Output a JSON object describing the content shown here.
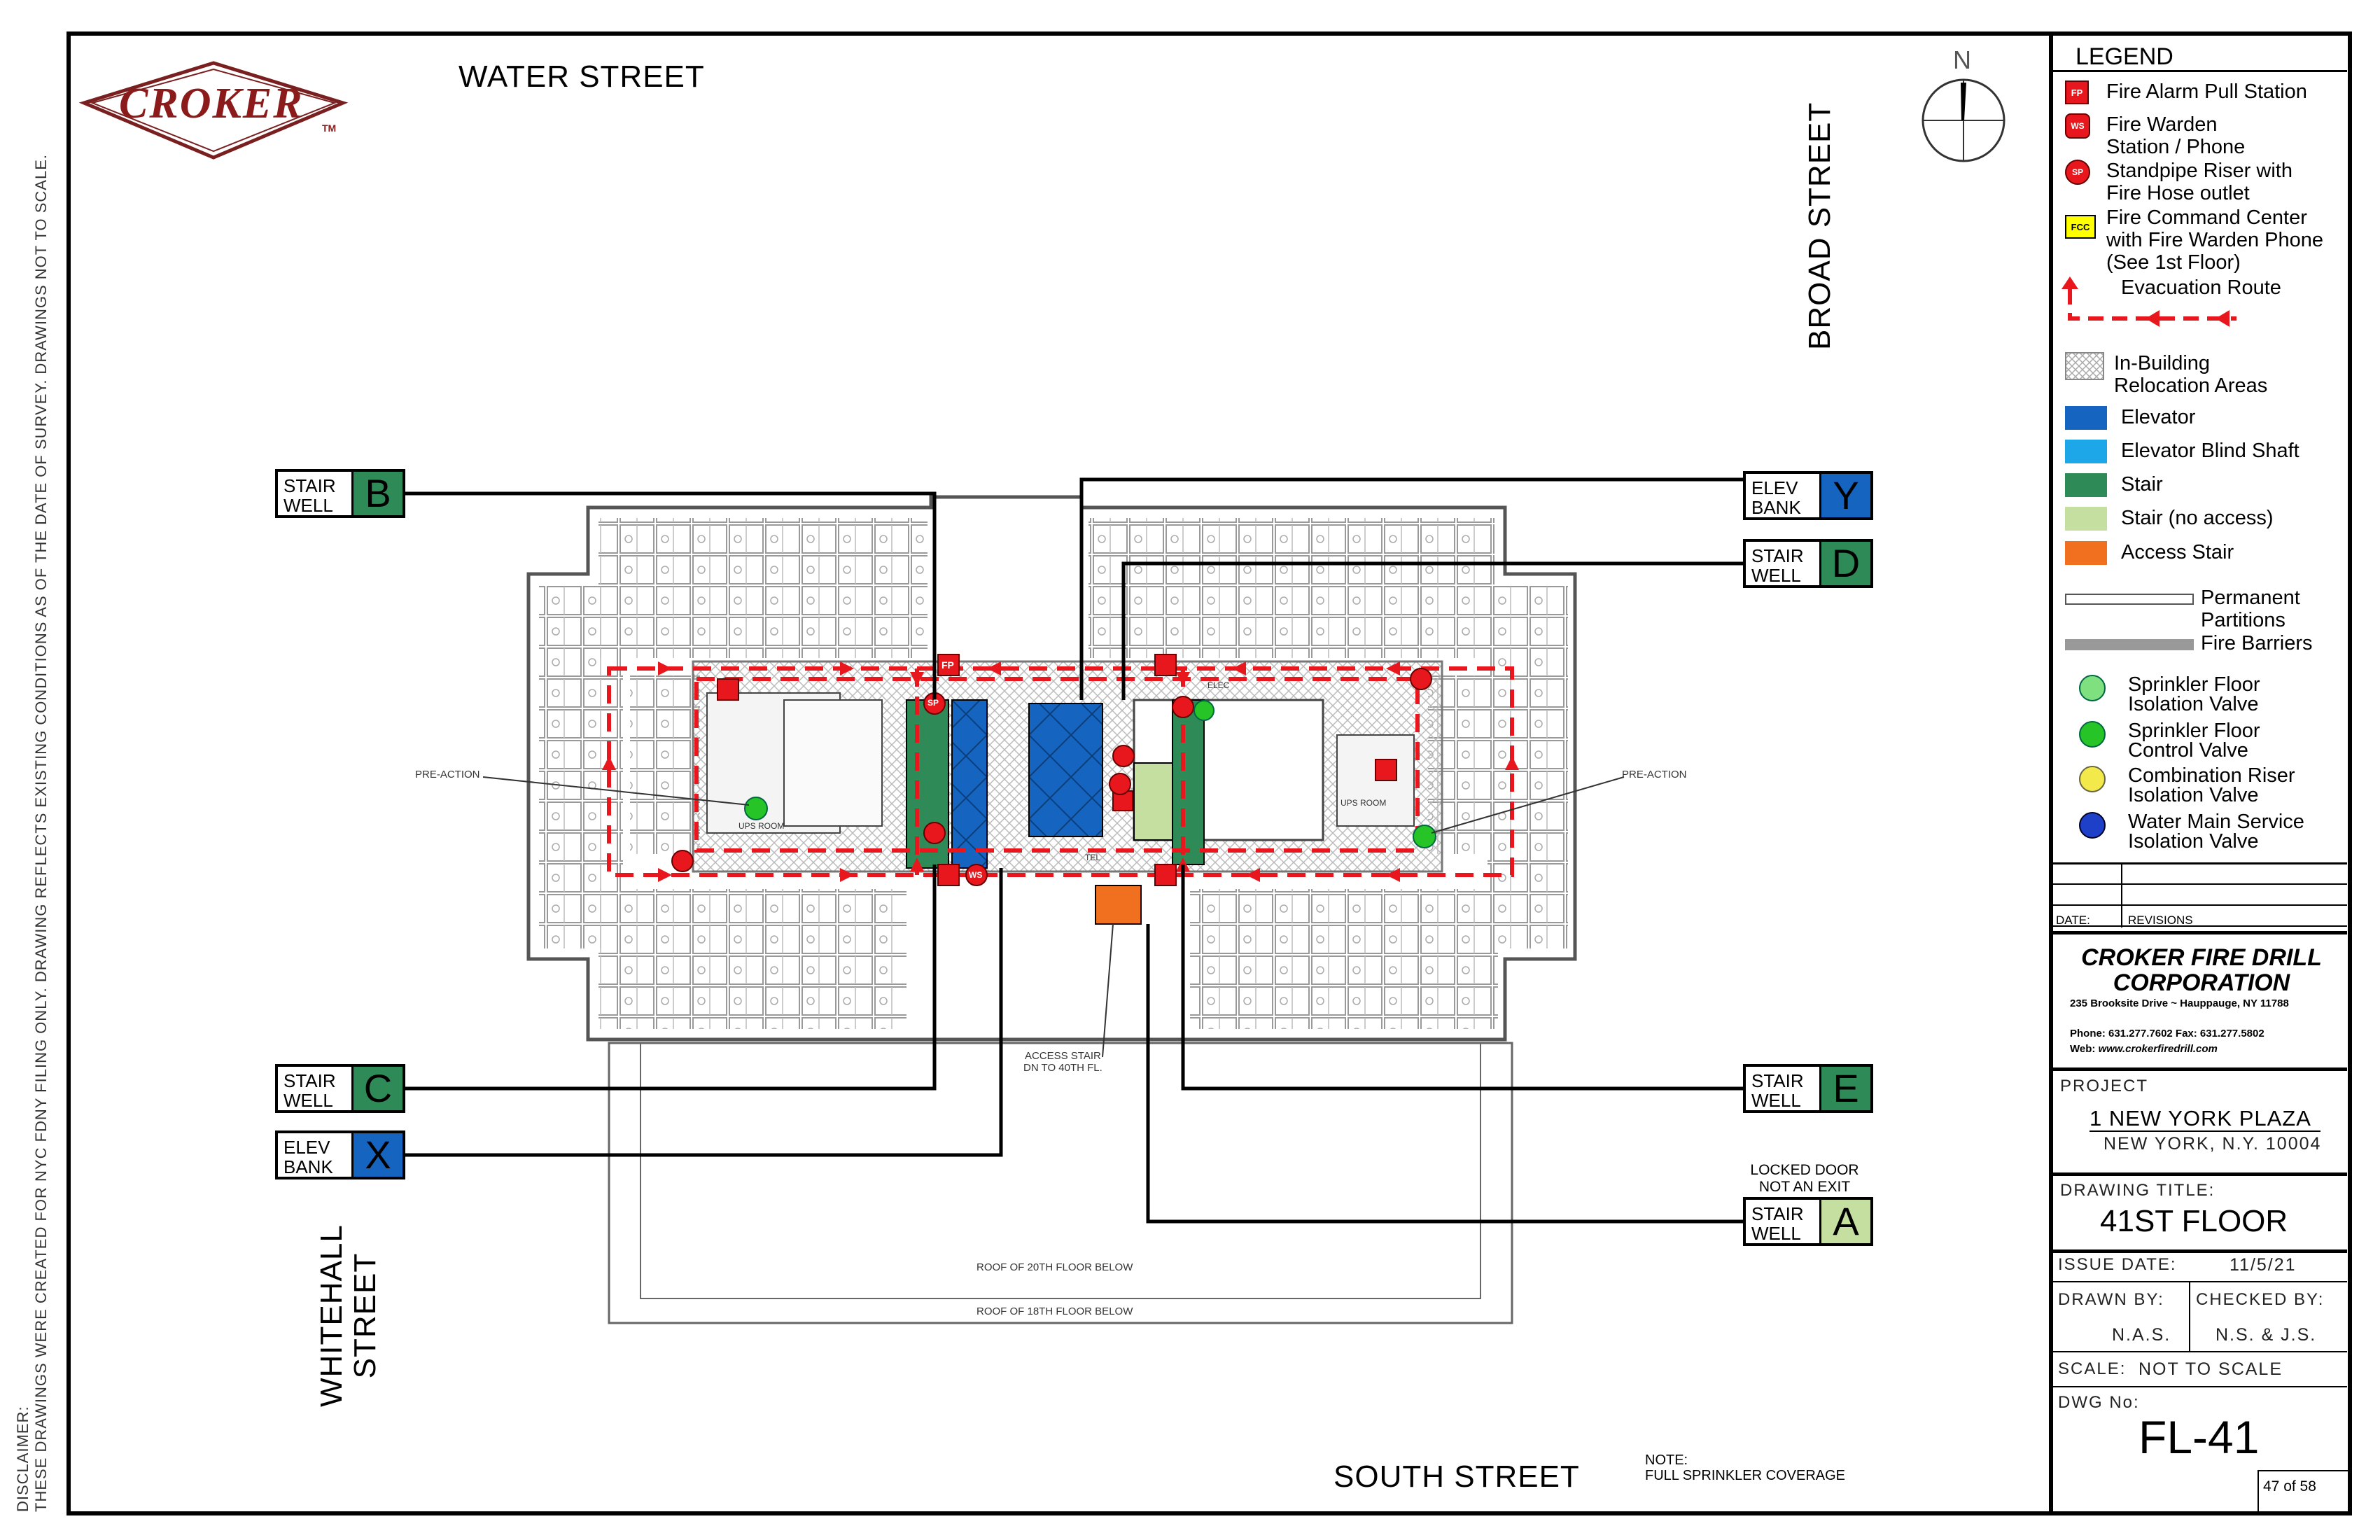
{
  "logo": {
    "text": "CROKER",
    "tm": "TM"
  },
  "streets": {
    "north": "WATER STREET",
    "east": "BROAD STREET",
    "south": "SOUTH STREET",
    "west_line1": "WHITEHALL",
    "west_line2": "STREET"
  },
  "compass": {
    "label": "N"
  },
  "disclaimer": {
    "line1": "DISCLAIMER:",
    "line2": "THESE DRAWINGS WERE CREATED FOR NYC FDNY FILING ONLY. DRAWING REFLECTS EXISTING CONDITIONS AS OF THE DATE OF SURVEY. DRAWINGS NOT TO SCALE."
  },
  "tags": {
    "stair_b": {
      "line1": "STAIR",
      "line2": "WELL",
      "letter": "B"
    },
    "elev_y": {
      "line1": "ELEV",
      "line2": "BANK",
      "letter": "Y"
    },
    "stair_d": {
      "line1": "STAIR",
      "line2": "WELL",
      "letter": "D"
    },
    "stair_c": {
      "line1": "STAIR",
      "line2": "WELL",
      "letter": "C"
    },
    "elev_x": {
      "line1": "ELEV",
      "line2": "BANK",
      "letter": "X"
    },
    "stair_e": {
      "line1": "STAIR",
      "line2": "WELL",
      "letter": "E"
    },
    "stair_a": {
      "line1": "STAIR",
      "line2": "WELL",
      "letter": "A"
    }
  },
  "notes": {
    "locked_door_1": "LOCKED DOOR",
    "locked_door_2": "NOT AN EXIT",
    "note_title": "NOTE:",
    "note_text": "FULL SPRINKLER COVERAGE",
    "access_stair_1": "ACCESS STAIR",
    "access_stair_2": "DN TO 40TH FL.",
    "roof_20": "ROOF OF 20TH FLOOR BELOW",
    "roof_18": "ROOF OF 18TH FLOOR BELOW",
    "pre_action_left": "PRE-ACTION",
    "pre_action_right": "PRE-ACTION",
    "ups_left": "UPS ROOM",
    "ups_right": "UPS ROOM",
    "elec": "ELEC",
    "tel": "TEL"
  },
  "plan_symbols": {
    "fp": "FP",
    "sp": "SP",
    "ws": "WS",
    "fcc": "FCC"
  },
  "legend": {
    "title": "LEGEND",
    "items": [
      {
        "label": "Fire Alarm Pull Station"
      },
      {
        "label": "Fire Warden\nStation / Phone"
      },
      {
        "label": "Standpipe Riser with\nFire Hose outlet"
      },
      {
        "label": "Fire Command Center\nwith Fire Warden Phone\n(See 1st Floor)"
      },
      {
        "label": "Evacuation  Route"
      },
      {
        "label": "In-Building\nRelocation Areas"
      },
      {
        "label": "Elevator"
      },
      {
        "label": "Elevator Blind Shaft"
      },
      {
        "label": "Stair"
      },
      {
        "label": "Stair (no access)"
      },
      {
        "label": "Access Stair"
      },
      {
        "label": "Permanent\nPartitions"
      },
      {
        "label": "Fire Barriers"
      },
      {
        "label": "Sprinkler Floor\nIsolation Valve"
      },
      {
        "label": "Sprinkler Floor\nControl Valve"
      },
      {
        "label": "Combination Riser\nIsolation Valve"
      },
      {
        "label": "Water Main Service\nIsolation Valve"
      }
    ],
    "colors": {
      "elevator": "#1565c0",
      "blind_shaft": "#1ea7e8",
      "stair": "#2e8b57",
      "stair_no_access": "#c5dfa0",
      "access_stair": "#f07020",
      "route": "#e8171d",
      "fp_red": "#e8171d",
      "fcc_yellow": "#ffff00"
    }
  },
  "title_block": {
    "date_label": "DATE:",
    "revisions_label": "REVISIONS",
    "company_1": "CROKER FIRE DRILL",
    "company_2": "CORPORATION",
    "address": "235 Brooksite Drive ~ Hauppauge, NY 11788",
    "phone": "Phone: 631.277.7602  Fax: 631.277.5802",
    "web_label": "Web:",
    "web": "www.crokerfiredrill.com",
    "project_label": "PROJECT",
    "project_name": "1 NEW YORK PLAZA",
    "project_city": "NEW YORK, N.Y. 10004",
    "drawing_title_label": "DRAWING TITLE:",
    "drawing_title": "41ST FLOOR",
    "issue_date_label": "ISSUE DATE:",
    "issue_date": "11/5/21",
    "drawn_by_label": "DRAWN BY:",
    "drawn_by": "N.A.S.",
    "checked_by_label": "CHECKED BY:",
    "checked_by": "N.S. & J.S.",
    "scale_label": "SCALE:",
    "scale": "NOT TO SCALE",
    "dwg_no_label": "DWG No:",
    "dwg_no": "FL-41",
    "sheet": "47 of 58"
  }
}
